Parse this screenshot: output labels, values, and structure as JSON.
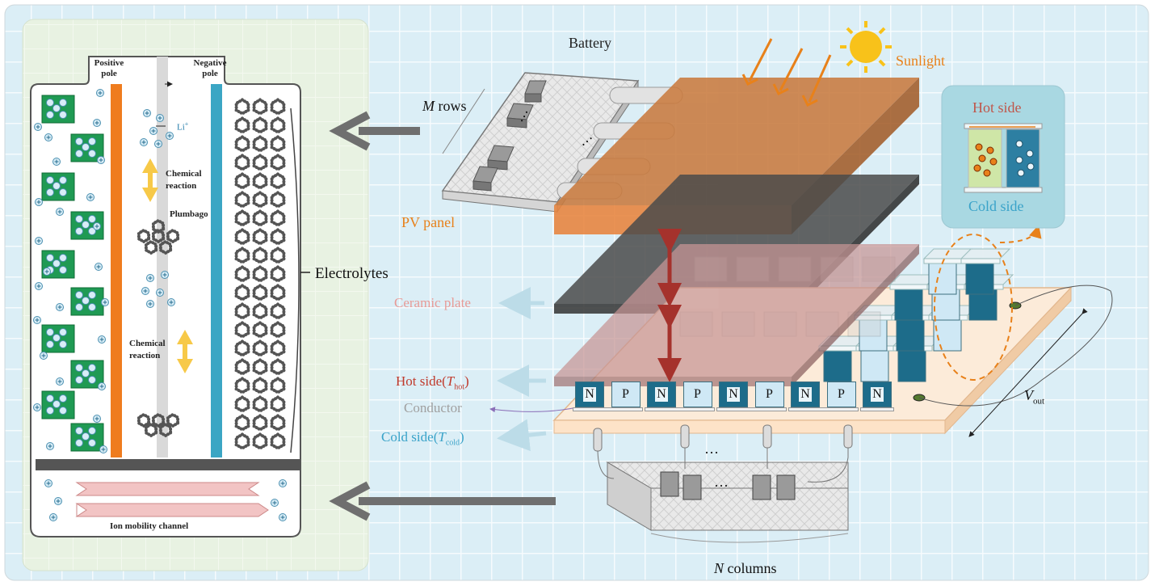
{
  "battery_section": {
    "positive_pole": "Positive pole",
    "negative_pole": "Negative pole",
    "li_ion": "Li",
    "li_sup": "+",
    "chemical_reaction_1": "Chemical reaction",
    "plumbago": "Plumbago",
    "chemical_reaction_2": "Chemical reaction",
    "ion_channel": "Ion mobility channel",
    "electrolytes": "Electrolytes"
  },
  "system_section": {
    "battery_title": "Battery",
    "m_italic": "M",
    "m_rows_text": " rows",
    "sunlight": "Sunlight",
    "pv_panel": "PV panel",
    "ceramic_plate": "Ceramic plate",
    "hot_side_prefix": "Hot side(",
    "t_hot_italic": "T",
    "t_hot_sub": "hot",
    "cold_side_prefix": "Cold side(",
    "t_cold_italic": "T",
    "t_cold_sub": "cold",
    "paren_close": ")",
    "conductor": "Conductor",
    "v_italic": "V",
    "v_sub": "out",
    "n_italic": "N",
    "n_columns_text": " columns",
    "ellipsis": "···",
    "legs": [
      "N",
      "P",
      "N",
      "P",
      "N",
      "P",
      "N",
      "P",
      "N"
    ]
  },
  "inset": {
    "hot_side": "Hot side",
    "cold_side": "Cold side"
  },
  "colors": {
    "sunlight": "#e8811a",
    "pv_panel": "#e8811a",
    "ceramic": "#e8a3a0",
    "hot": "#c0392b",
    "cold": "#3aa3c9",
    "conductor": "#a0a0a0",
    "n_leg": "#1d6c8a",
    "p_leg": "#cfe8f5",
    "positive_pole": "#ef7c1e",
    "negative_pole": "#3ba6c4"
  }
}
